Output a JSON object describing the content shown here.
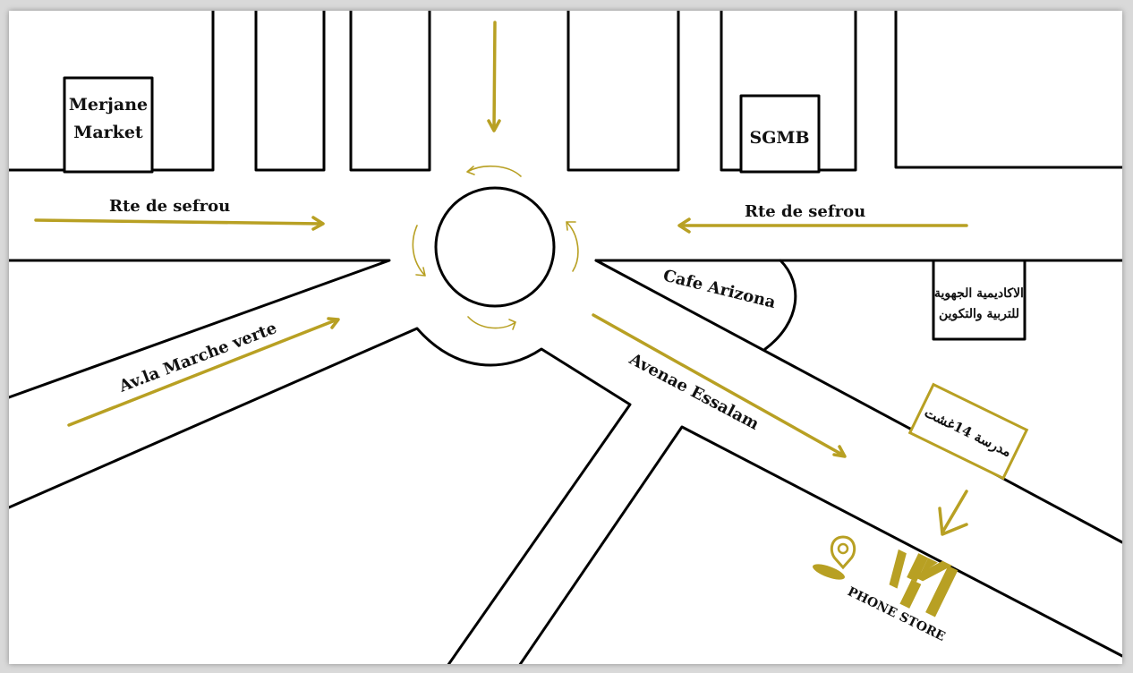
{
  "labels": {
    "merjane_line1": "Merjane",
    "merjane_line2": "Market",
    "sgmb": "SGMB",
    "rte_left": "Rte de sefrou",
    "rte_right": "Rte de sefrou",
    "cafe": "Cafe Arizona",
    "academie_line1": "الاكاديمية الجهوية",
    "academie_line2": "للتربية والتكوين",
    "av_marche": "Av.la Marche verte",
    "avenue_essalam": "Avenae Essalam",
    "ecole": "مدرسة 14غشت",
    "store_name": "PHONE STORE"
  },
  "colors": {
    "accent": "#b8a023",
    "ink": "#000000",
    "paper": "#ffffff",
    "frame": "#d9d9d9"
  },
  "icons": {
    "location_marker": "map-pin-icon",
    "direction_arrow": "arrow-down-left-icon",
    "brand_logo": "phone-store-logo-icon"
  }
}
